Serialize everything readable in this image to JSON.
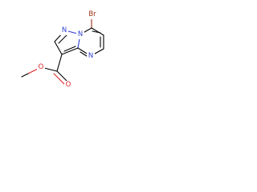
{
  "molecule": {
    "atom_labels": {
      "bromine": "Br",
      "n1": "N",
      "n7a": "N",
      "n4": "N",
      "carbonyl_o": "O",
      "ether_o": "O"
    },
    "colors": {
      "carbon_bond": "#000000",
      "nitrogen": "#2d3fd1",
      "oxygen": "#e02020",
      "bromine": "#9a2c12",
      "background": "#ffffff"
    }
  }
}
